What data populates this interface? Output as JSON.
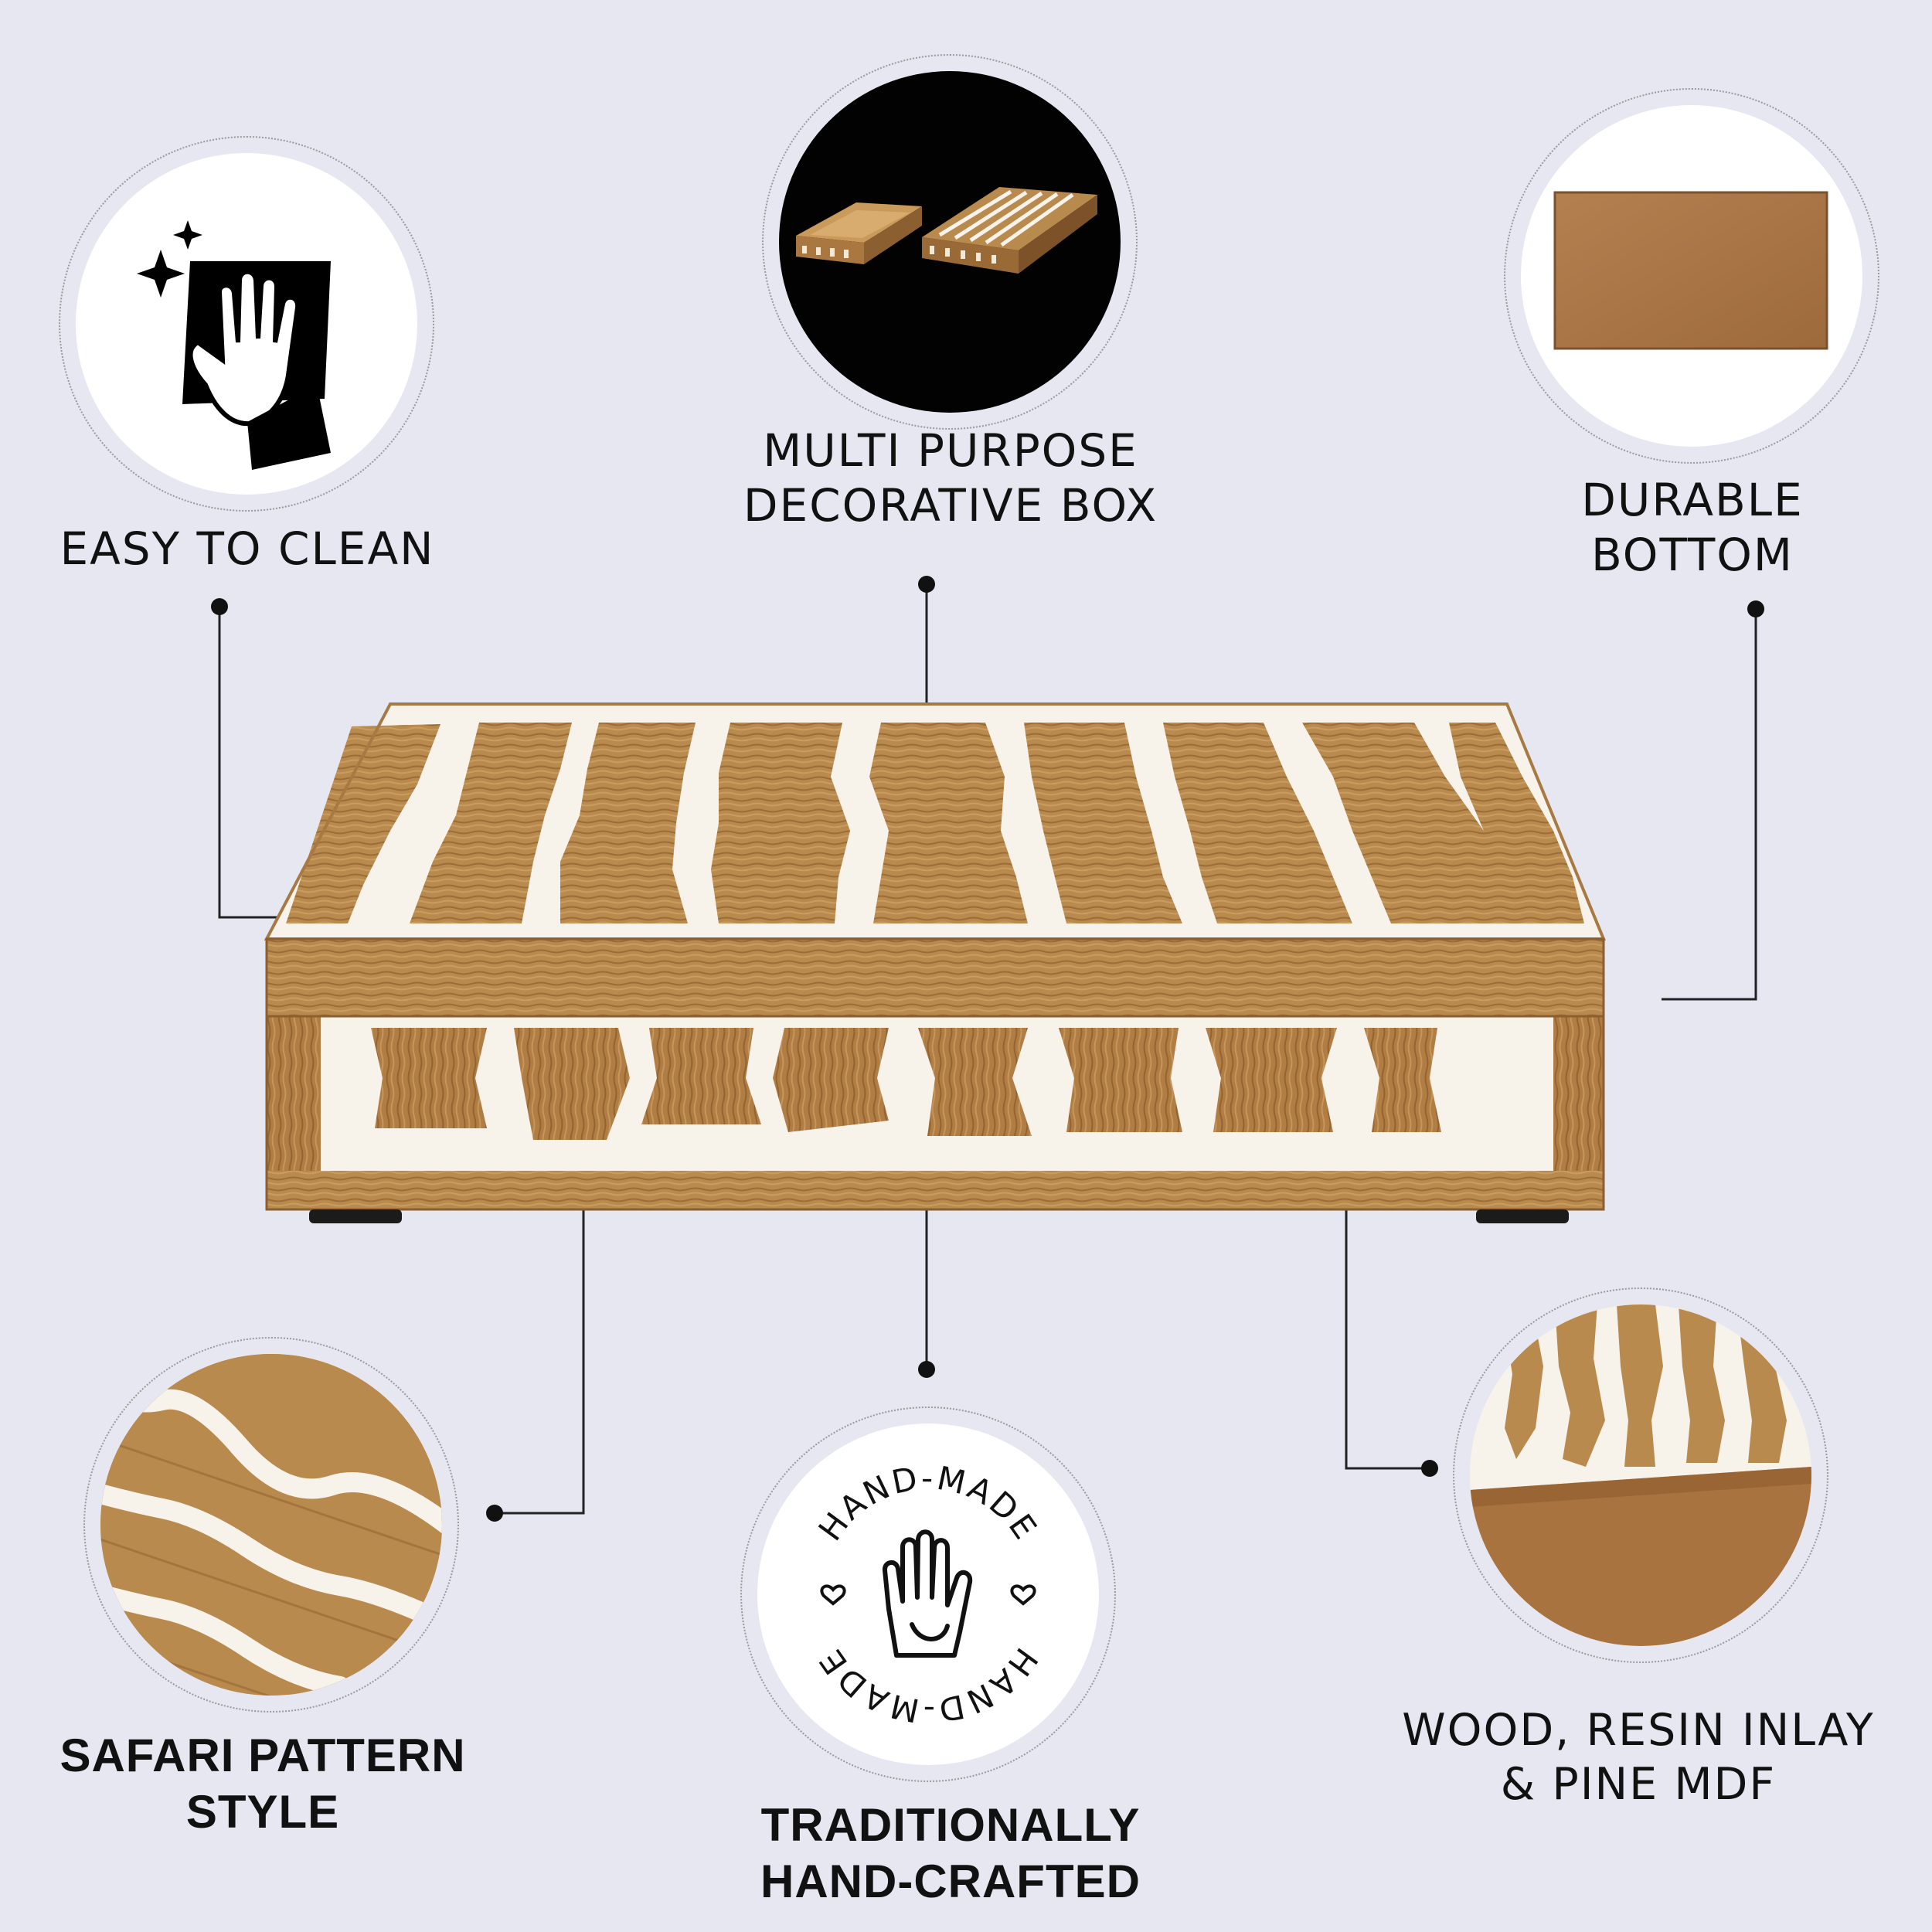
{
  "features": {
    "easy_clean": [
      "EASY TO CLEAN"
    ],
    "multi_purpose": [
      "MULTI PURPOSE",
      "DECORATIVE BOX"
    ],
    "durable_bottom": [
      "DURABLE",
      "BOTTOM"
    ],
    "safari_pattern": [
      "SAFARI PATTERN",
      "STYLE"
    ],
    "hand_crafted": [
      "TRADITIONALLY",
      "HAND-CRAFTED"
    ],
    "materials": [
      "WOOD, RESIN INLAY",
      "& PINE MDF"
    ]
  },
  "badge": {
    "top_text": "HAND-MADE",
    "bottom_text": "HAND-MADE"
  },
  "icons": [
    "cleaning-cloth-icon",
    "sparkle-icon",
    "hand-icon",
    "heart-icon"
  ],
  "colors": {
    "background": "#e6e7f1",
    "wood": "#b98a4e",
    "inlay": "#f7f2ea",
    "text": "#111111"
  }
}
